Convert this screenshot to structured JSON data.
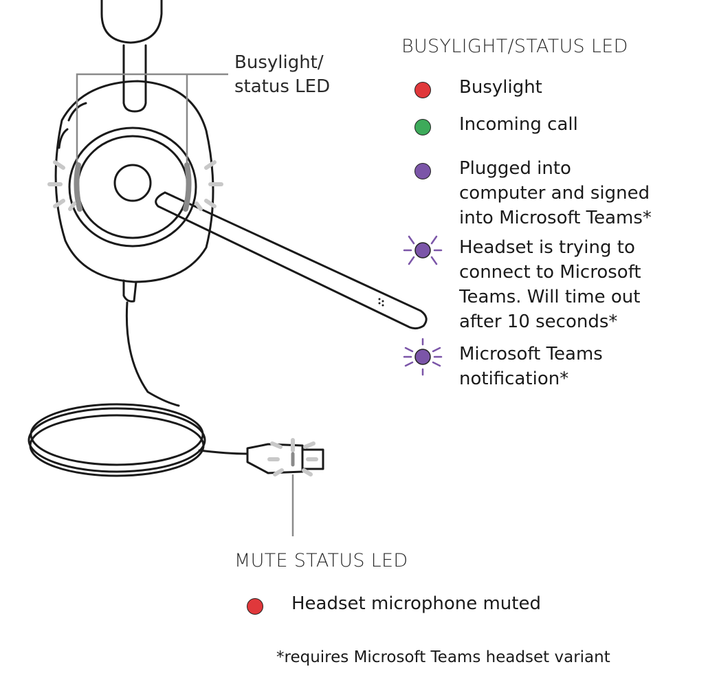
{
  "callout": {
    "line1": "Busylight/",
    "line2": "status LED"
  },
  "busylight_section": {
    "heading": "BUSYLIGHT/STATUS LED",
    "items": [
      {
        "lines": [
          "Busylight"
        ],
        "color": "#e0383b",
        "indicator": "solid-dot-icon"
      },
      {
        "lines": [
          "Incoming call"
        ],
        "color": "#3daa5a",
        "indicator": "solid-dot-icon"
      },
      {
        "lines": [
          "Plugged into",
          "computer and signed",
          "into Microsoft Teams*"
        ],
        "color": "#7b55a8",
        "indicator": "solid-dot-icon"
      },
      {
        "lines": [
          "Headset is trying to",
          "connect to Microsoft",
          "Teams. Will time out",
          "after 10 seconds*"
        ],
        "color": "#7b55a8",
        "indicator": "slow-flash-icon"
      },
      {
        "lines": [
          "Microsoft Teams",
          "notification*"
        ],
        "color": "#7b55a8",
        "indicator": "fast-flash-icon"
      }
    ]
  },
  "mute_section": {
    "heading": "MUTE STATUS LED",
    "items": [
      {
        "lines": [
          "Headset microphone muted"
        ],
        "color": "#e0383b",
        "indicator": "solid-dot-icon"
      }
    ]
  },
  "footnote": "*requires Microsoft Teams headset variant"
}
